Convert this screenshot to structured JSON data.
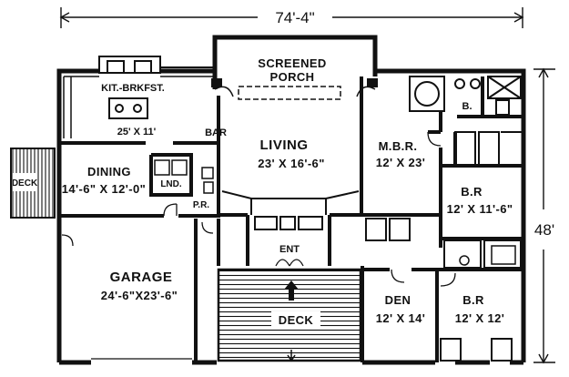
{
  "dimensions": {
    "width": "74'-4\"",
    "depth": "48'"
  },
  "rooms": {
    "screened_porch": {
      "name_line1": "SCREENED",
      "name_line2": "PORCH"
    },
    "kitchen": {
      "name": "KIT.-BRKFST.",
      "size": "25' X 11'"
    },
    "bar": {
      "name": "BAR"
    },
    "living": {
      "name": "LIVING",
      "size": "23' X 16'-6\""
    },
    "mbr": {
      "name": "M.B.R.",
      "size": "12' X 23'"
    },
    "bath_master": {
      "name": "B."
    },
    "br2": {
      "name": "B.R",
      "size": "12' X 11'-6\""
    },
    "dining": {
      "name": "DINING",
      "size": "14'-6\" X 12'-0\""
    },
    "deck_left": {
      "name": "DECK"
    },
    "laundry": {
      "name": "LND."
    },
    "powder": {
      "name": "P.R."
    },
    "entry": {
      "name": "ENT"
    },
    "garage": {
      "name": "GARAGE",
      "size": "24'-6\"X23'-6\""
    },
    "deck_front": {
      "name": "DECK"
    },
    "den": {
      "name": "DEN",
      "size": "12' X 14'"
    },
    "br3": {
      "name": "B.R",
      "size": "12' X 12'"
    }
  }
}
